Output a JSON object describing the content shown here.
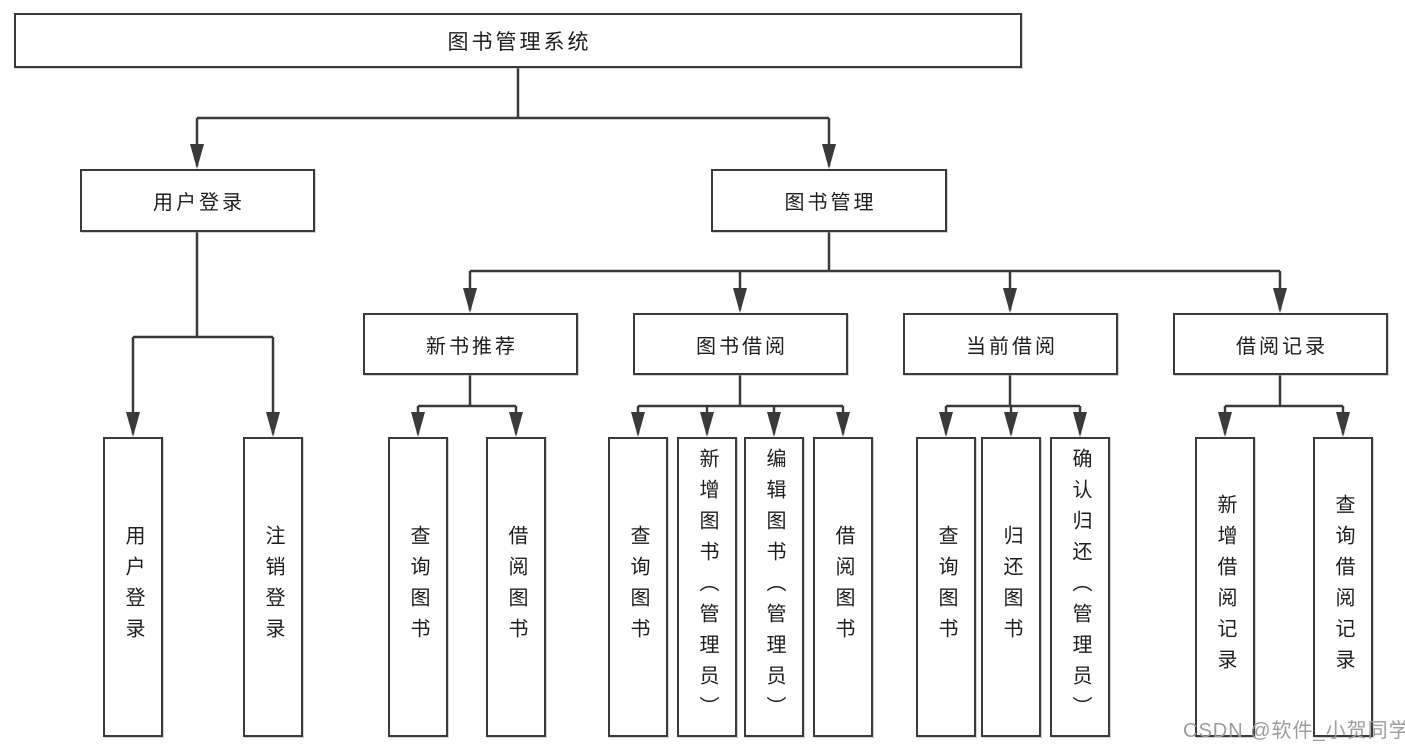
{
  "diagram": {
    "title": "图书管理系统",
    "watermark": "CSDN @软件_小贺同学",
    "colors": {
      "background": "#ffffff",
      "line": "#3a3a3a",
      "box_border": "#3a3a3a",
      "text": "#1d1d1d",
      "watermark": "#9c9c9c"
    },
    "nodes": {
      "system": "图书管理系统",
      "user_login_branch": "用户登录",
      "book_management": "图书管理",
      "new_book_recommend": "新书推荐",
      "book_borrow": "图书借阅",
      "current_borrow": "当前借阅",
      "borrow_records": "借阅记录",
      "user_login_leaf": "用户登录",
      "logout_leaf": "注销登录",
      "recommend_query_books": "查询图书",
      "recommend_borrow_books": "借阅图书",
      "borrow_query_books": "查询图书",
      "borrow_add_books": "新增图书（管理员）",
      "borrow_edit_books": "编辑图书（管理员）",
      "borrow_borrow_books": "借阅图书",
      "current_query_books": "查询图书",
      "current_return_books": "归还图书",
      "current_confirm_return": "确认归还（管理员）",
      "records_add_record": "新增借阅记录",
      "records_query_record": "查询借阅记录"
    },
    "tree": {
      "图书管理系统": {
        "用户登录": [
          "用户登录",
          "注销登录"
        ],
        "图书管理": {
          "新书推荐": [
            "查询图书",
            "借阅图书"
          ],
          "图书借阅": [
            "查询图书",
            "新增图书（管理员）",
            "编辑图书（管理员）",
            "借阅图书"
          ],
          "当前借阅": [
            "查询图书",
            "归还图书",
            "确认归还（管理员）"
          ],
          "借阅记录": [
            "新增借阅记录",
            "查询借阅记录"
          ]
        }
      }
    }
  }
}
